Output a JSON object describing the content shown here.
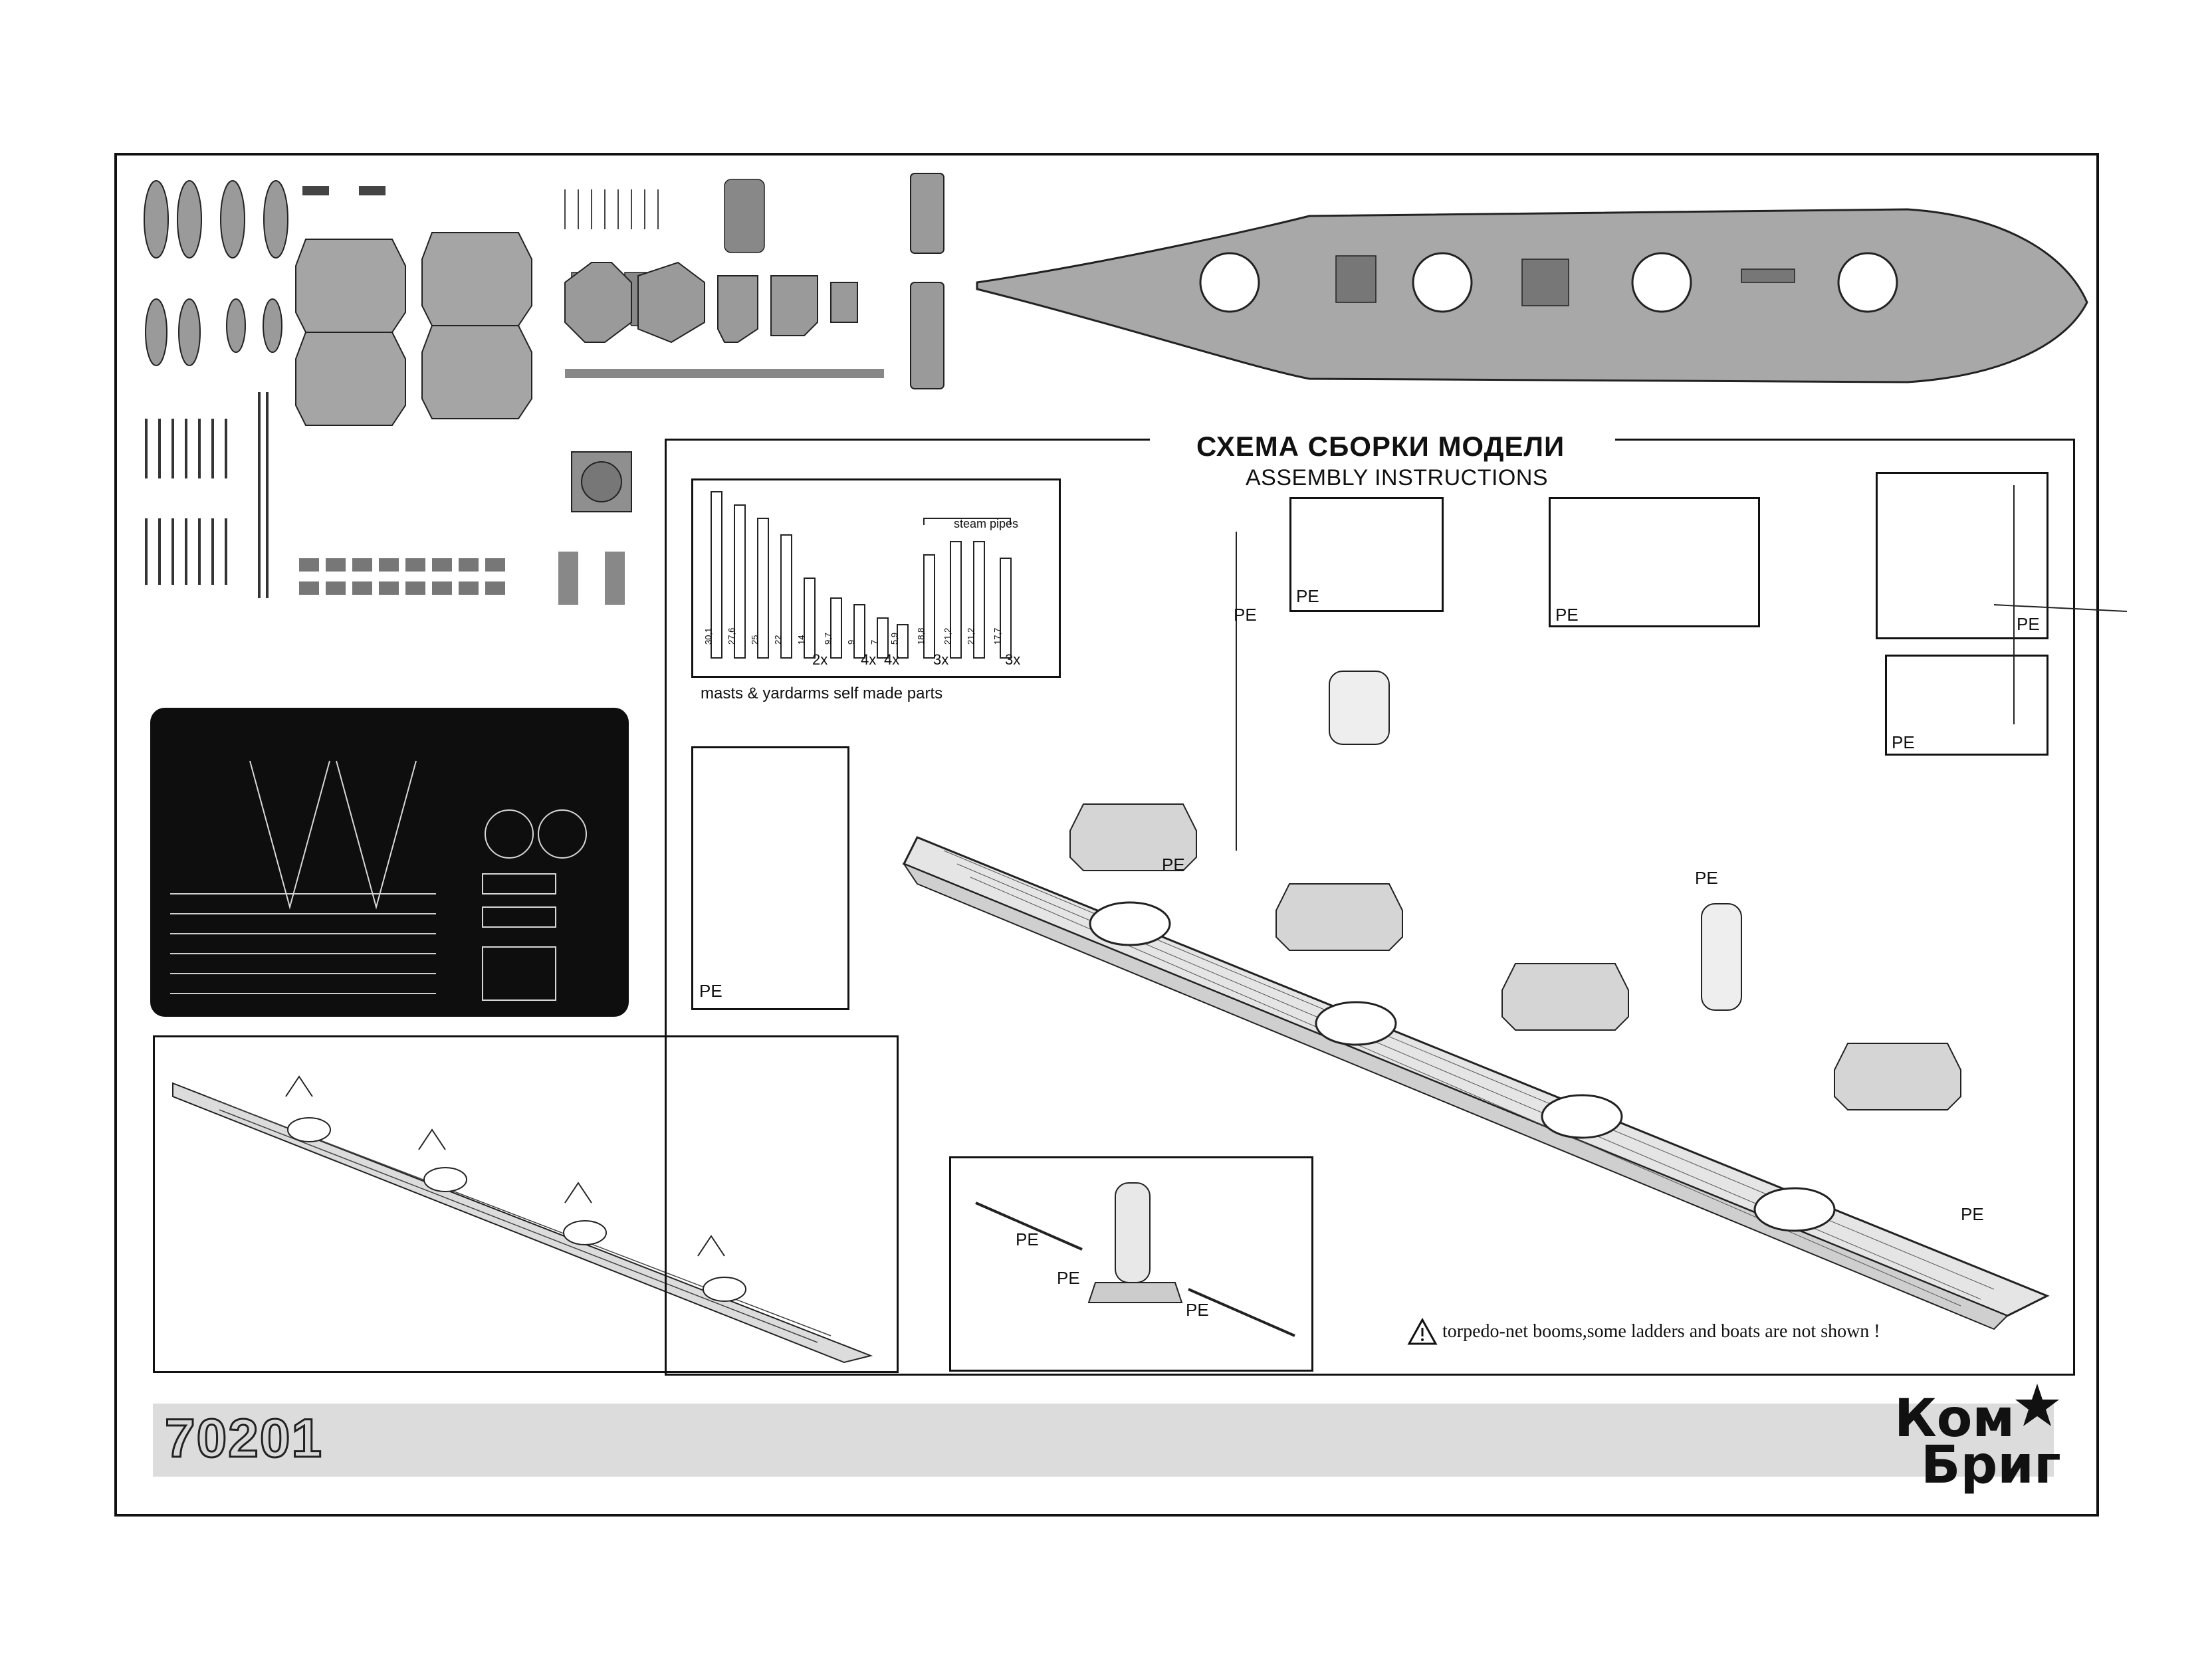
{
  "title_ru": "СХЕМА СБОРКИ МОДЕЛИ",
  "title_en": "ASSEMBLY INSTRUCTIONS",
  "product_code": "70201",
  "logo": {
    "line1": "Ком",
    "line2": "Бриг"
  },
  "warning": "torpedo-net booms,some ladders and boats are not shown !",
  "masts": {
    "caption": "masts & yardarms  self made parts",
    "steam_label": "steam pipes",
    "lengths": [
      "30,1",
      "27,6",
      "25",
      "22",
      "14",
      "9,7",
      "9",
      "7",
      "5,9",
      "18,8",
      "21,2",
      "21,2",
      "17,7"
    ],
    "multipliers": [
      "2x",
      "4x",
      "4x",
      "3x",
      "3x"
    ]
  },
  "pe_label": "PE",
  "colors": {
    "line": "#111111",
    "band": "#dcdcdc",
    "part": "#8f8f8f"
  },
  "icons": [
    "warning-triangle-icon",
    "star-logo-icon"
  ]
}
